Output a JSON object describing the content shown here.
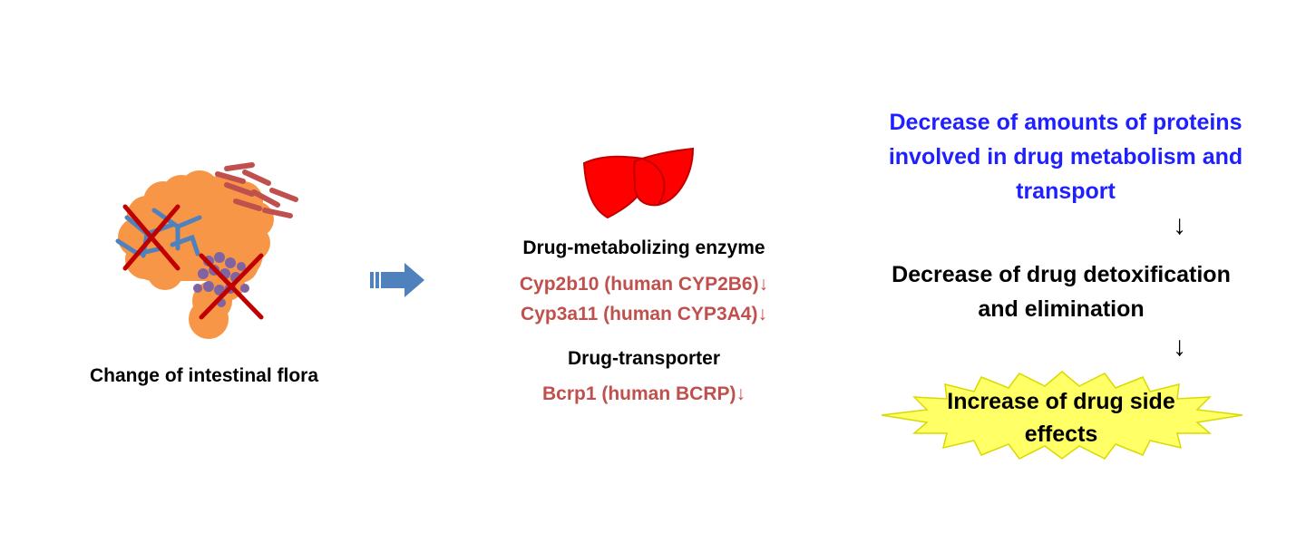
{
  "flora": {
    "caption": "Change of intestinal flora"
  },
  "liver": {
    "enzyme_heading": "Drug-metabolizing enzyme",
    "enzymes": [
      "Cyp2b10 (human CYP2B6)↓",
      "Cyp3a11 (human CYP3A4)↓"
    ],
    "transporter_heading": "Drug-transporter",
    "transporters": [
      "Bcrp1 (human BCRP)↓"
    ]
  },
  "effects": {
    "step1": "Decrease of amounts of proteins involved in drug metabolism and transport",
    "step2": "Decrease of drug detoxification and elimination",
    "step3": "Increase of drug side effects",
    "down_arrow": "↓"
  },
  "colors": {
    "protein_text": "#1f1fff",
    "gene_text": "#c0504d",
    "liver": "#ff0000",
    "intestine": "#f79646",
    "arrow": "#4f81bd",
    "burst": "#ffff66",
    "cross": "#c00000"
  }
}
